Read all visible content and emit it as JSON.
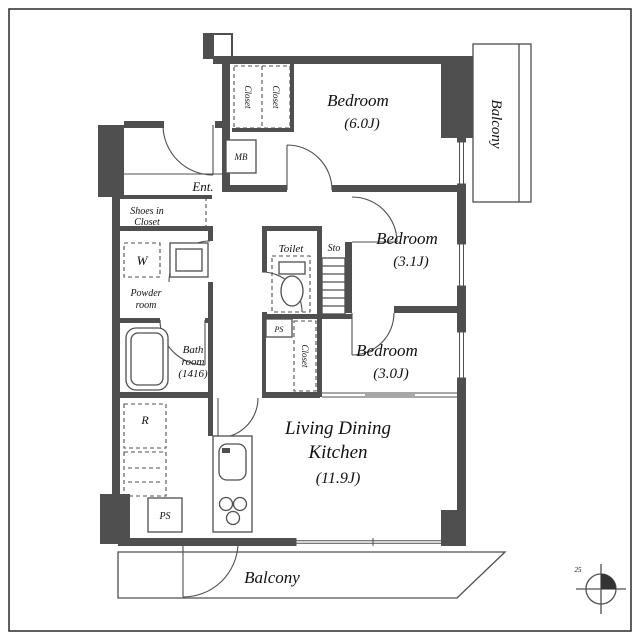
{
  "colors": {
    "wall": "#4f4f4f",
    "text": "#111111",
    "background": "#ffffff"
  },
  "plan": {
    "rooms": {
      "bedroom1": {
        "label": "Bedroom",
        "size": "(6.0J)"
      },
      "bedroom2": {
        "label": "Bedroom",
        "size": "(3.1J)"
      },
      "bedroom3": {
        "label": "Bedroom",
        "size": "(3.0J)"
      },
      "ldk": {
        "label1": "Living Dining",
        "label2": "Kitchen",
        "size": "(11.9J)"
      },
      "balcony_right": {
        "label": "Balcony"
      },
      "balcony_bottom": {
        "label": "Balcony"
      },
      "entrance": {
        "label": "Ent."
      },
      "shoes_in_closet": {
        "label1": "Shoes in",
        "label2": "Closet"
      },
      "powder_room": {
        "label1": "Powder",
        "label2": "room"
      },
      "bathroom": {
        "label1": "Bath",
        "label2": "room",
        "label3": "(1416)"
      },
      "toilet": {
        "label": "Toilet"
      },
      "storage": {
        "label": "Sto"
      }
    },
    "fixtures": {
      "washing_machine": "W",
      "refrigerator": "R",
      "meter_box": "MB",
      "pipe_space_1": "PS",
      "pipe_space_2": "PS",
      "closet_top_1": "Closet",
      "closet_top_2": "Closet",
      "closet_bedroom3": "Closet",
      "compass_note": "25"
    },
    "icons": {
      "compass": "north-compass-icon",
      "toilet": "toilet-icon",
      "bathtub": "bathtub-icon",
      "sink": "kitchen-sink-icon",
      "stove": "stove-burners-icon"
    }
  }
}
